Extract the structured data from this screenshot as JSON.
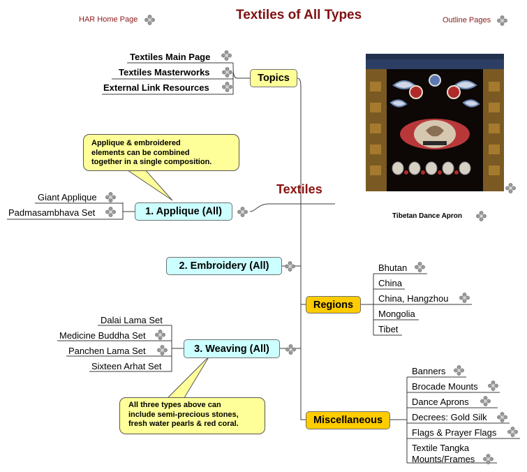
{
  "header": {
    "title": "Textiles of All Types",
    "left_link": "HAR Home Page",
    "right_link": "Outline Pages"
  },
  "central": {
    "label": "Textiles"
  },
  "topics": {
    "label": "Topics",
    "items": [
      "Textiles Main Page",
      "Textiles Masterworks",
      "External Link Resources"
    ]
  },
  "applique": {
    "label": "1. Applique (All)",
    "items": [
      "Giant Applique",
      "Padmasambhava Set"
    ],
    "note": "Applique & embroidered\nelements can be combined\ntogether in a single composition."
  },
  "embroidery": {
    "label": "2. Embroidery (All)"
  },
  "weaving": {
    "label": "3. Weaving (All)",
    "items": [
      "Dalai Lama Set",
      "Medicine Buddha Set",
      "Panchen Lama Set",
      "Sixteen Arhat Set"
    ],
    "note": "All three types above can\ninclude semi-precious stones,\nfresh water pearls & red coral."
  },
  "regions": {
    "label": "Regions",
    "items": [
      "Bhutan",
      "China",
      "China, Hangzhou",
      "Mongolia",
      "Tibet"
    ]
  },
  "misc": {
    "label": "Miscellaneous",
    "items": [
      "Banners",
      "Brocade Mounts",
      "Dance Aprons",
      "Decrees: Gold Silk",
      "Flags & Prayer Flags",
      "Textile Tangka\nMounts/Frames"
    ]
  },
  "image": {
    "caption": "Tibetan Dance Apron"
  },
  "icons": {
    "link": "link-cross-icon"
  },
  "colors": {
    "title": "#7f1010",
    "topic_box": "#ffff99",
    "type_box": "#ccffff",
    "category_box": "#ffcc00",
    "callout": "#ffff99"
  }
}
